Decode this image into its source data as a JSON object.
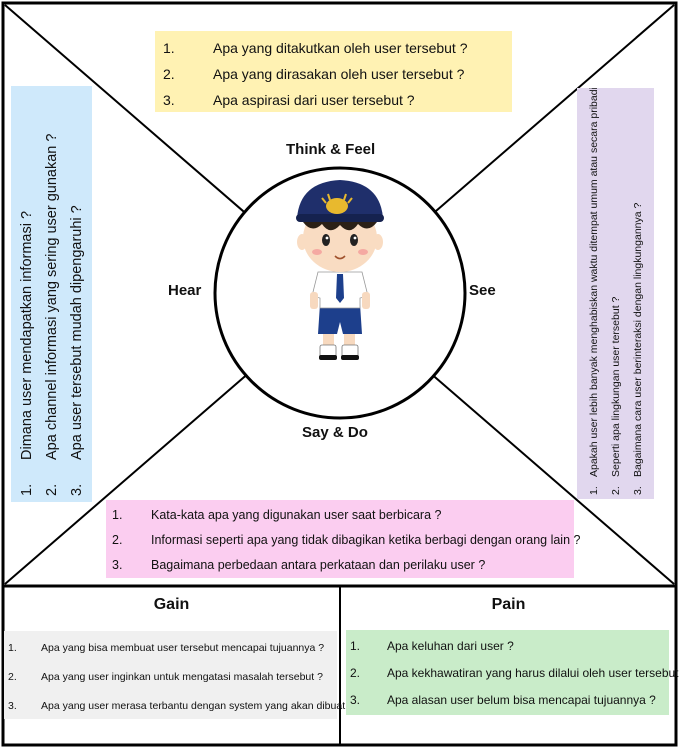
{
  "quadrants": {
    "think_feel": {
      "label": "Think & Feel",
      "items": [
        {
          "num": "1.",
          "text": "Apa yang ditakutkan oleh user tersebut ?"
        },
        {
          "num": "2.",
          "text": "Apa yang dirasakan oleh user tersebut ?"
        },
        {
          "num": "3.",
          "text": "Apa aspirasi dari user tersebut ?"
        }
      ]
    },
    "hear": {
      "label": "Hear",
      "items": [
        {
          "num": "1.",
          "text": "Dimana user mendapatkan informasi ?"
        },
        {
          "num": "2.",
          "text": "Apa channel informasi yang sering user gunakan ?"
        },
        {
          "num": "3.",
          "text": "Apa user tersebut mudah dipengaruhi ?"
        }
      ]
    },
    "see": {
      "label": "See",
      "items": [
        {
          "num": "1.",
          "text": "Apakah user lebih banyak menghabiskan waktu ditempat umum atau secara pribadi ?"
        },
        {
          "num": "2.",
          "text": "Seperti apa lingkungan user tersebut ?"
        },
        {
          "num": "3.",
          "text": "Bagaimana cara user berinteraksi dengan lingkungannya ?"
        }
      ]
    },
    "say_do": {
      "label": "Say & Do",
      "items": [
        {
          "num": "1.",
          "text": "Kata-kata apa yang digunakan user saat berbicara ?"
        },
        {
          "num": "2.",
          "text": "Informasi seperti apa yang tidak dibagikan ketika berbagi dengan orang lain ?"
        },
        {
          "num": "3.",
          "text": "Bagaimana perbedaan antara perkataan dan perilaku user ?"
        }
      ]
    }
  },
  "gain": {
    "title": "Gain",
    "items": [
      {
        "num": "1.",
        "text": "Apa yang bisa membuat user tersebut mencapai tujuannya ?"
      },
      {
        "num": "2.",
        "text": "Apa yang user inginkan untuk mengatasi masalah tersebut ?"
      },
      {
        "num": "3.",
        "text": "Apa yang user merasa terbantu dengan system yang akan dibuat ?"
      }
    ]
  },
  "pain": {
    "title": "Pain",
    "items": [
      {
        "num": "1.",
        "text": "Apa keluhan dari user ?"
      },
      {
        "num": "2.",
        "text": "Apa kekhawatiran yang harus dilalui oleh user tersebut ?"
      },
      {
        "num": "3.",
        "text": "Apa alasan user belum bisa mencapai tujuannya ?"
      }
    ]
  },
  "colors": {
    "think_feel_box": "#fff2b3",
    "hear_box": "#cfe9fb",
    "see_box": "#e1d7ee",
    "say_do_box": "#fbcdf0",
    "gain_box": "#f0f0f0",
    "pain_box": "#c9ecc9",
    "lines": "#000000"
  },
  "illustration": "user-avatar-student"
}
